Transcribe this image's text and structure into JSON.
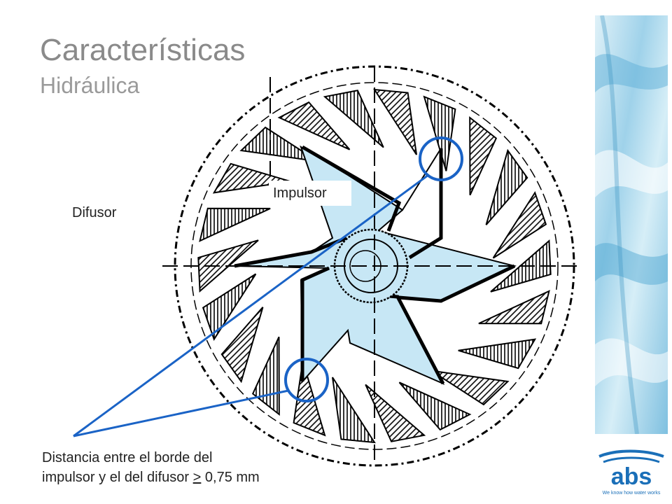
{
  "slide": {
    "title": "Características",
    "subtitle": "Hidráulica"
  },
  "labels": {
    "difusor": "Difusor",
    "impulsor": "Impulsor"
  },
  "caption": {
    "line1": "Distancia entre el borde del",
    "line2_prefix": "impulsor y el del difusor ",
    "line2_symbol": ">",
    "line2_suffix": " 0,75 mm"
  },
  "logo": {
    "brand": "abs",
    "tagline": "We know how water works"
  },
  "colors": {
    "impeller_fill": "#c7e7f5",
    "highlight": "#1a63c6",
    "title": "#8a8a8a",
    "brand": "#1a6fb8"
  }
}
